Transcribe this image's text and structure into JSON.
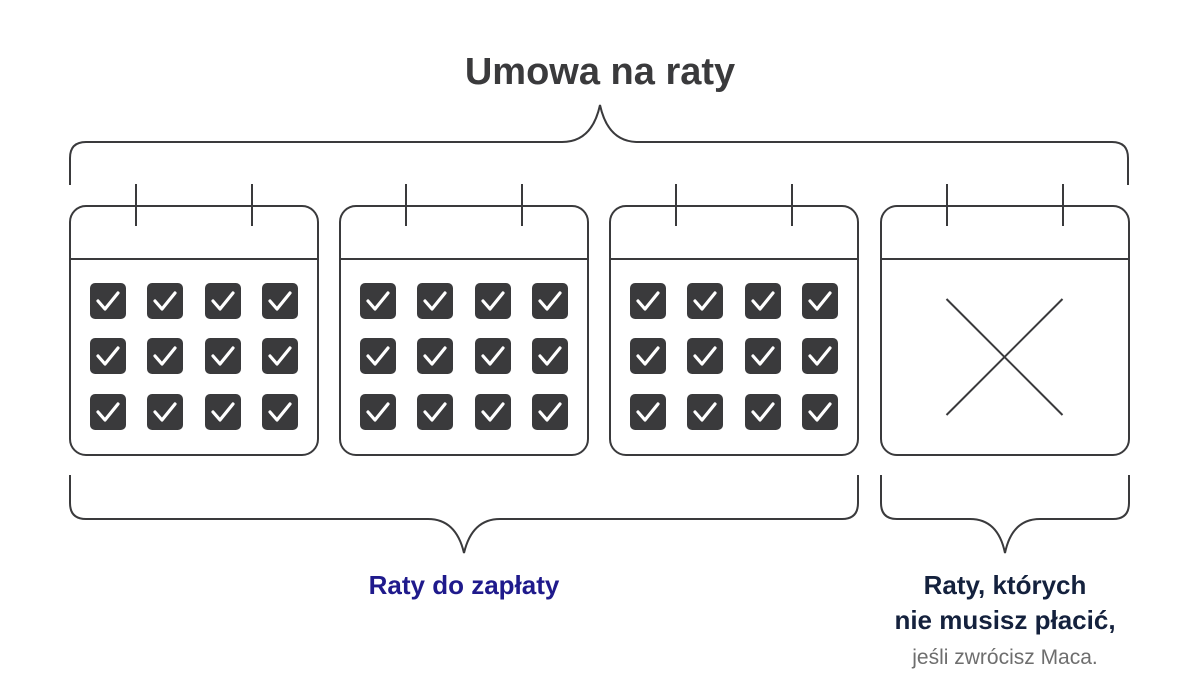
{
  "title": "Umowa na raty",
  "groups": {
    "paid_label": "Raty do zapłaty",
    "free_label_line1": "Raty, których",
    "free_label_line2": "nie musisz płacić,",
    "free_note": "jeśli zwrócisz Maca."
  },
  "calendars": [
    {
      "status": "paid",
      "checks": 12
    },
    {
      "status": "paid",
      "checks": 12
    },
    {
      "status": "paid",
      "checks": 12
    },
    {
      "status": "waived",
      "checks": 0
    }
  ],
  "colors": {
    "stroke": "#3a3a3c",
    "check_fill": "#3a3a3c",
    "paid_label": "#1f1a8c",
    "free_label": "#14213d",
    "note": "#6e6e6e"
  }
}
